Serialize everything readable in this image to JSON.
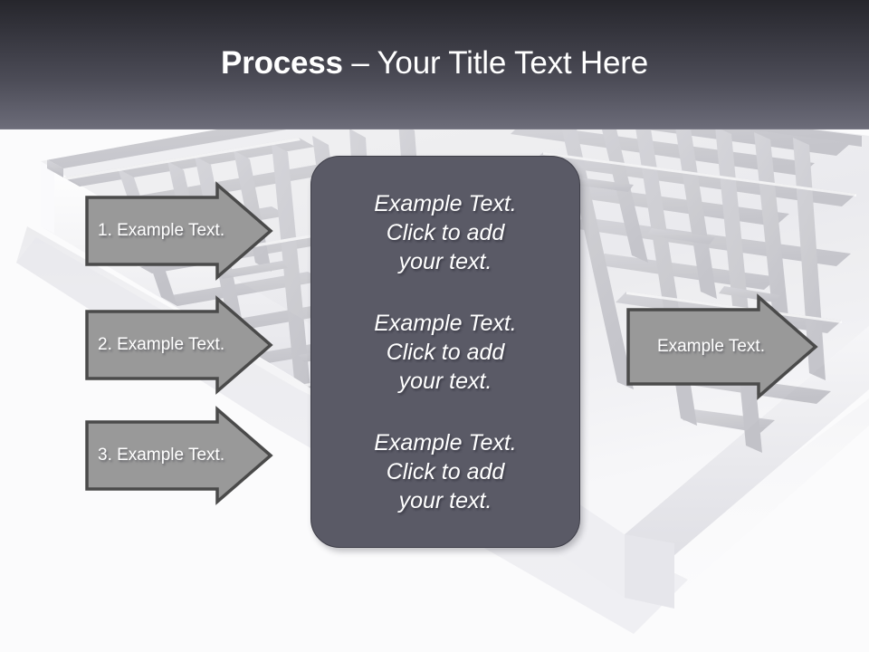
{
  "slide": {
    "title_strong": "Process",
    "title_rest": " – Your Title Text Here",
    "background_description": "3d-maze-perspective"
  },
  "colors": {
    "title_bar_top": "#26262c",
    "title_bar_bottom": "#6e6e7b",
    "panel_fill": "#5a5a66",
    "panel_stroke": "#3f3f49",
    "arrow_fill": "#999999",
    "arrow_stroke": "#4a4a4a",
    "maze_wall": "#c9c9ce",
    "maze_path": "#fbfbfc",
    "text_white": "#ffffff"
  },
  "steps": [
    {
      "id": "step-1",
      "label": "1. Example Text."
    },
    {
      "id": "step-2",
      "label": "2. Example Text."
    },
    {
      "id": "step-3",
      "label": "3. Example Text."
    }
  ],
  "outcome": {
    "id": "outcome",
    "label": "Example Text."
  },
  "panel": {
    "blocks": [
      {
        "line1": "Example Text.",
        "line2": "Click  to add",
        "line3": "your text."
      },
      {
        "line1": "Example Text.",
        "line2": "Click  to add",
        "line3": "your text."
      },
      {
        "line1": "Example Text.",
        "line2": "Click  to add",
        "line3": "your text."
      }
    ]
  }
}
